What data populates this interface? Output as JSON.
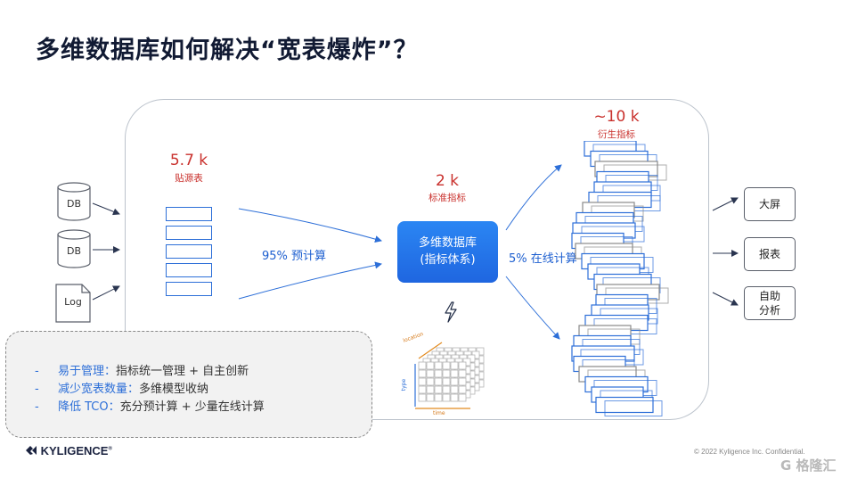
{
  "title": "多维数据库如何解决“宽表爆炸”？",
  "sources": [
    {
      "label": "DB",
      "icon": "database-icon"
    },
    {
      "label": "DB",
      "icon": "database-icon"
    },
    {
      "label": "Log",
      "icon": "document-icon"
    }
  ],
  "raw_tables": {
    "count": "5.7 k",
    "label": "贴源表"
  },
  "precompute_label": "95% 预计算",
  "standard_metrics": {
    "count": "2 k",
    "label": "标准指标"
  },
  "core": {
    "line1": "多维数据库",
    "line2": "(指标体系)"
  },
  "online_label": "5% 在线计算",
  "derived_metrics": {
    "count": "~10 k",
    "label": "衍生指标"
  },
  "outputs": [
    {
      "line1": "大屏",
      "line2": ""
    },
    {
      "line1": "报表",
      "line2": ""
    },
    {
      "line1": "自助",
      "line2": "分析"
    }
  ],
  "cube_axes": {
    "top": "location",
    "left": "type",
    "bottom": "time"
  },
  "benefits": [
    {
      "dash": "-",
      "keyword": "易于管理：",
      "text": "指标统一管理 + 自主创新"
    },
    {
      "dash": "-",
      "keyword": "减少宽表数量：",
      "text": "多维模型收纳"
    },
    {
      "dash": "-",
      "keyword": "降低 TCO：",
      "text": "充分预计算 + 少量在线计算"
    }
  ],
  "footer": {
    "logo": "KYLIGENCE",
    "copyright": "© 2022 Kyligence Inc. Confidential.",
    "watermark": "G 格隆汇"
  },
  "colors": {
    "accent": "#2d6fd8",
    "metric_red": "#c9302c",
    "core_blue": "#1f66e0"
  }
}
